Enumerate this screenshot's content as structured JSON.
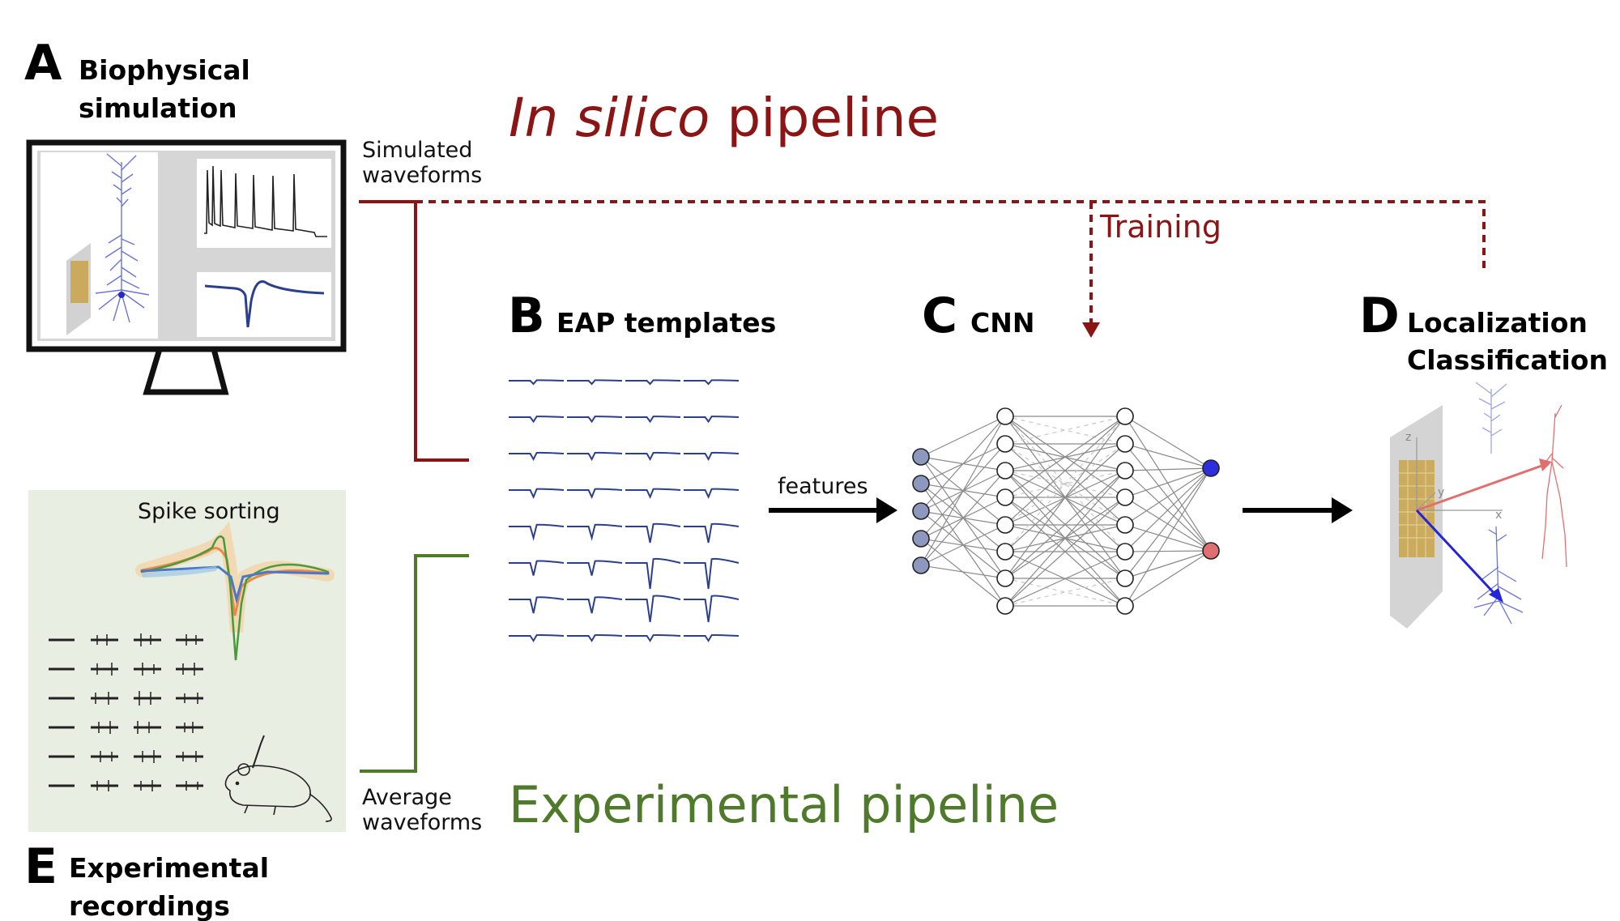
{
  "colors": {
    "in_silico": "#8b1414",
    "experimental": "#4f7a2c",
    "waveform": "#2a3f8f",
    "neuron": "#6a74d8",
    "neuron_red": "#e07070",
    "node_input": "#8c98bd",
    "node_out_blue": "#2e2ee0",
    "node_out_red": "#e07070",
    "probe": "#c9a44a"
  },
  "panel_a": {
    "letter": "A",
    "title_line1": "Biophysical",
    "title_line2": "simulation",
    "icon": "monitor-icon"
  },
  "panel_b": {
    "letter": "B",
    "title": "EAP templates"
  },
  "panel_c": {
    "letter": "C",
    "title": "CNN"
  },
  "panel_d": {
    "letter": "D",
    "title_line1": "Localization",
    "title_line2": "Classification"
  },
  "panel_e": {
    "letter": "E",
    "title_line1": "Experimental",
    "title_line2": "recordings",
    "spike_sorting_label": "Spike sorting",
    "icon": "mouse-icon"
  },
  "labels": {
    "simulated_line1": "Simulated",
    "simulated_line2": "waveforms",
    "average_line1": "Average",
    "average_line2": "waveforms",
    "in_silico_italic": "In silico",
    "in_silico_rest": " pipeline",
    "experimental_pipeline": "Experimental pipeline",
    "training": "Training",
    "features": "features"
  },
  "axis_letters": {
    "z": "z",
    "y": "y",
    "x": "x"
  }
}
